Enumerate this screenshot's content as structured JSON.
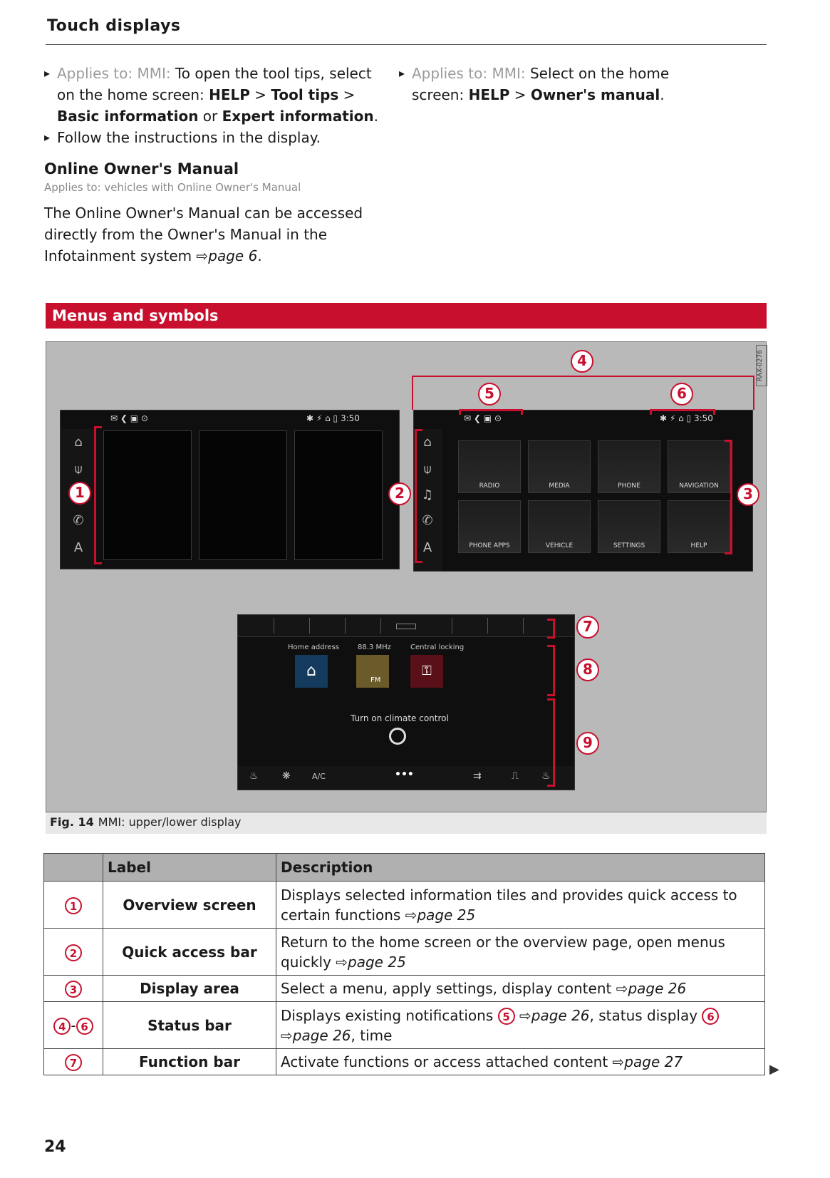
{
  "header": {
    "title": "Touch displays",
    "page_number": "24"
  },
  "left_column": {
    "bullet1_applies": "Applies to: MMI:",
    "bullet1_text_a": " To open the tool tips, select on the home screen: ",
    "bullet1_bold_a": "HELP",
    "bullet1_sep_a": " > ",
    "bullet1_bold_b": "Tool tips",
    "bullet1_sep_b": " > ",
    "bullet1_bold_c": "Basic information",
    "bullet1_or": " or ",
    "bullet1_bold_d": "Expert information",
    "bullet1_end": ".",
    "bullet2": "Follow the instructions in the display.",
    "section_title": "Online Owner's Manual",
    "section_applies": "Applies to: vehicles with Online Owner's Manual",
    "section_text": "The Online Owner's Manual can be accessed directly from the Owner's Manual in the Infotainment system ",
    "section_ref_arrow": "⇨",
    "section_ref": "page 6",
    "section_end": "."
  },
  "right_column": {
    "applies": "Applies to: MMI:",
    "text": " Select on the home screen: ",
    "bold_a": "HELP",
    "sep": " > ",
    "bold_b": "Owner's manual",
    "end": "."
  },
  "banner": {
    "title": "Menus and symbols"
  },
  "figure": {
    "rax_code": "RAX-0276",
    "caption_fig": "Fig. 14",
    "caption_text": "MMI: upper/lower display",
    "status_time": "3:50",
    "callouts": [
      "1",
      "2",
      "3",
      "4",
      "5",
      "6",
      "7",
      "8",
      "9"
    ],
    "menu_tiles": [
      "RADIO",
      "MEDIA",
      "PHONE",
      "NAVIGATION",
      "PHONE APPS",
      "VEHICLE",
      "SETTINGS",
      "HELP"
    ],
    "lower_tiles": [
      "Home address",
      "88.3 MHz",
      "Central locking"
    ],
    "fm_label": "FM",
    "climate_text": "Turn on climate control",
    "ac_label": "A/C",
    "dots_label": "•••"
  },
  "table": {
    "headers": [
      "",
      "Label",
      "Description"
    ],
    "rows": [
      {
        "num": "1",
        "label": "Overview screen",
        "desc": "Displays selected information tiles and provides quick access to certain functions ",
        "ref": "page 25",
        "suffix": ""
      },
      {
        "num": "2",
        "label": "Quick access bar",
        "desc": "Return to the home screen or the overview page, open menus quickly ",
        "ref": "page 25",
        "suffix": ""
      },
      {
        "num": "3",
        "label": "Display area",
        "desc": "Select a menu, apply settings, display content ",
        "ref": "page 26",
        "suffix": ""
      },
      {
        "num": "4",
        "num2": "6",
        "range_sep": "-",
        "label": "Status bar",
        "desc": "Displays existing notifications ",
        "c1": "5",
        "ref": "page 26",
        "mid": ", status display ",
        "c2": "6",
        "ref2": "page 26",
        "suffix": ", time"
      },
      {
        "num": "7",
        "label": "Function bar",
        "desc": "Activate functions or access attached content ",
        "ref": "page 27",
        "suffix": ""
      }
    ],
    "arrow": "⇨",
    "continue_marker": "▶"
  }
}
